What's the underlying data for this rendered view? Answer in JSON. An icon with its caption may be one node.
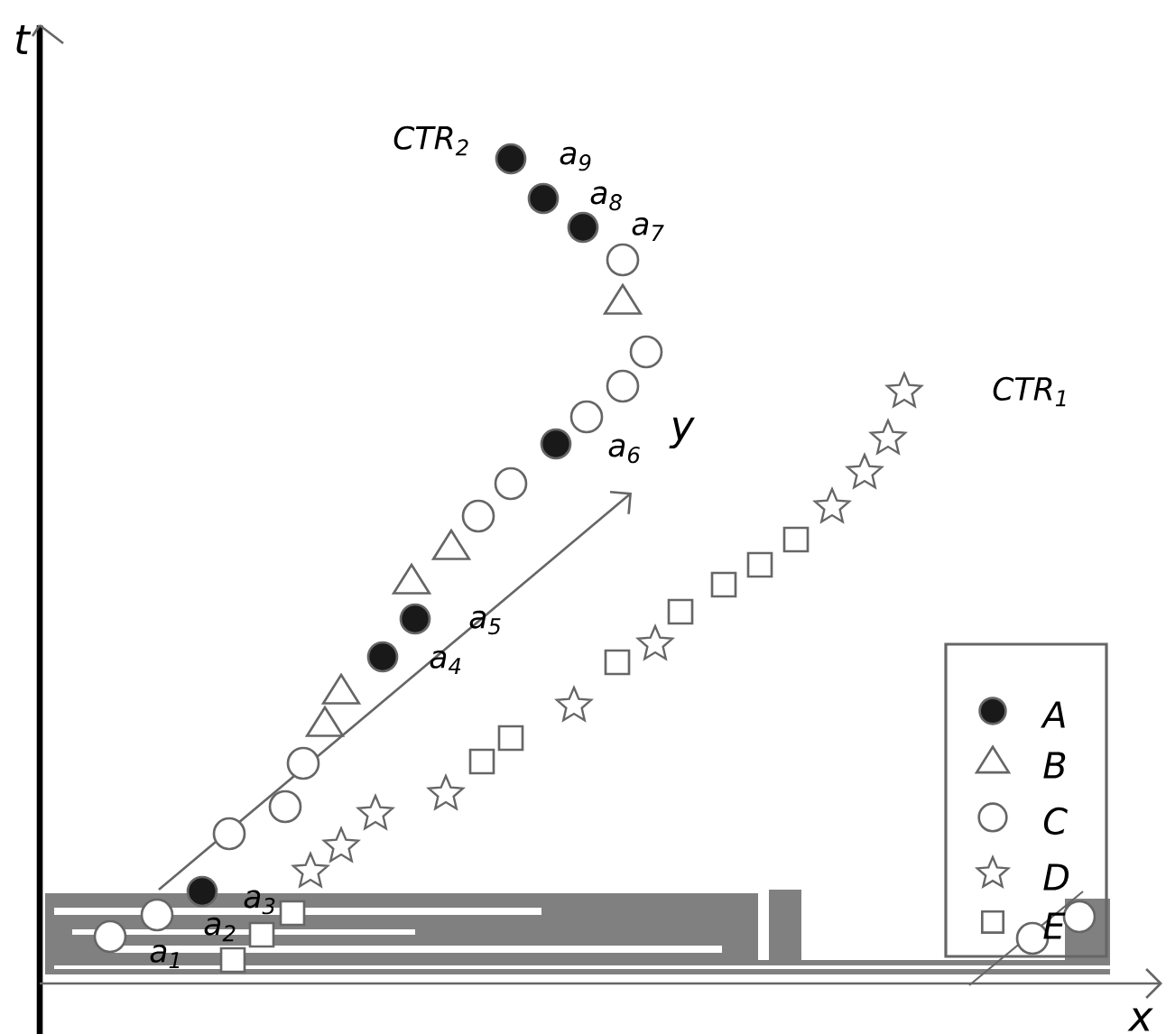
{
  "diagram": {
    "labels": [
      "t",
      "CTR$_{2}$",
      "a$_{9}$",
      "a$_{8}$",
      "a$_{7}$",
      "y",
      "a$_{6}$",
      "CTR$_{1}$",
      "a$_{5}$",
      "a$_{4}$",
      "a$_{3}$",
      "a$_{2}$",
      "a$_{1}$",
      "x"
    ],
    "legend": [
      {
        "text": "A"
      },
      {
        "text": "B"
      },
      {
        "text": "C"
      },
      {
        "text": "D"
      },
      {
        "text": "E"
      }
    ]
  }
}
